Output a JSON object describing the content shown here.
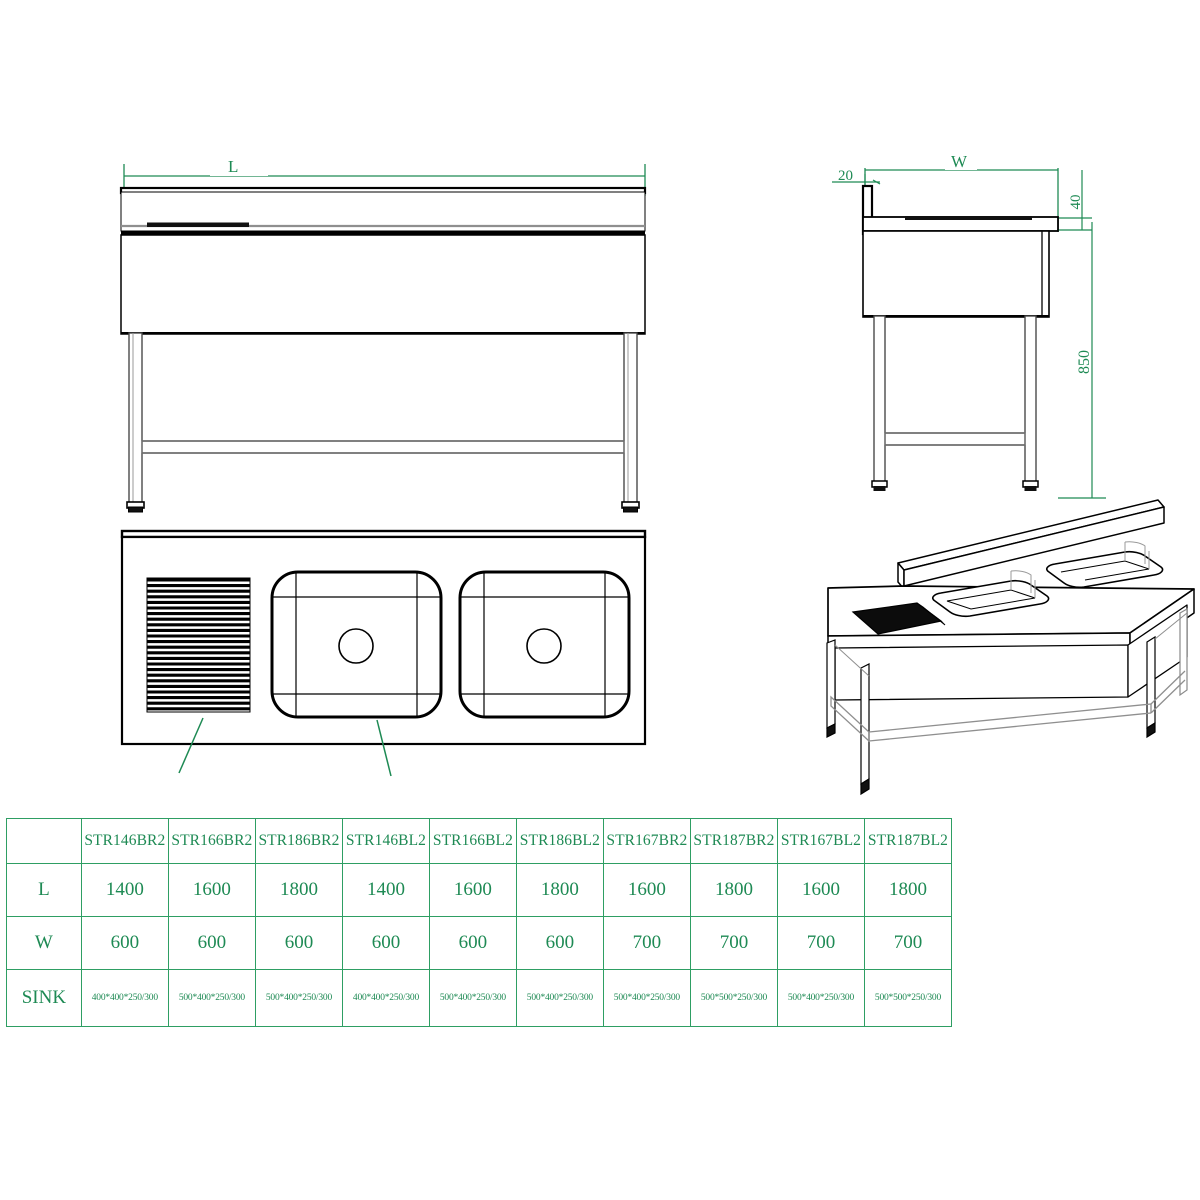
{
  "document": {
    "type": "technical-drawing",
    "subject": "Commercial double bowl sink unit with drainboard",
    "line_color": "#000000",
    "dimension_color": "#1e8a54",
    "background": "#ffffff"
  },
  "views": {
    "front_elevation": {
      "name": "front-elevation-view",
      "dimension_label": "L"
    },
    "plan_view": {
      "name": "plan-view",
      "features": [
        "drainboard-ribbing",
        "sink-bowl-left",
        "sink-bowl-right",
        "drain-hole"
      ]
    },
    "side_elevation": {
      "name": "side-elevation-view",
      "dimensions": {
        "width": "W",
        "backsplash_thickness": "20",
        "counter_thickness": "40",
        "overall_height": "850"
      }
    },
    "isometric_view": {
      "name": "isometric-3d-view"
    }
  },
  "spec_table": {
    "row_labels": [
      "",
      "L",
      "W",
      "SINK"
    ],
    "models": [
      "STR146BR2",
      "STR166BR2",
      "STR186BR2",
      "STR146BL2",
      "STR166BL2",
      "STR186BL2",
      "STR167BR2",
      "STR187BR2",
      "STR167BL2",
      "STR187BL2"
    ],
    "L": [
      "1400",
      "1600",
      "1800",
      "1400",
      "1600",
      "1800",
      "1600",
      "1800",
      "1600",
      "1800"
    ],
    "W": [
      "600",
      "600",
      "600",
      "600",
      "600",
      "600",
      "700",
      "700",
      "700",
      "700"
    ],
    "SINK": [
      "400*400*250/300",
      "500*400*250/300",
      "500*400*250/300",
      "400*400*250/300",
      "500*400*250/300",
      "500*400*250/300",
      "500*400*250/300",
      "500*500*250/300",
      "500*400*250/300",
      "500*500*250/300"
    ]
  }
}
